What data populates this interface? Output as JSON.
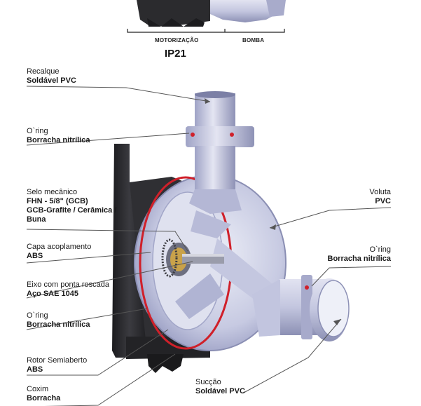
{
  "header": {
    "motorizacao": "MOTORIZAÇÃO",
    "bomba": "BOMBA",
    "ip": "IP21"
  },
  "labels": {
    "recalque": {
      "name": "Recalque",
      "material": "Soldável PVC"
    },
    "oring_top": {
      "name": "O`ring",
      "material": "Borracha nitrílica"
    },
    "selo": {
      "name": "Selo mecânico",
      "material_lines": [
        "FHN - 5/8\" (GCB)",
        "GCB-Grafite / Cerâmica /",
        "Buna"
      ]
    },
    "capa": {
      "name": "Capa acoplamento",
      "material": "ABS"
    },
    "eixo": {
      "name": "Eixo com ponta roscada",
      "material": "Aço SAE 1045"
    },
    "oring_bottom": {
      "name": "O`ring",
      "material": "Borracha nitrílica"
    },
    "rotor": {
      "name": "Rotor Semiaberto",
      "material": "ABS"
    },
    "coxim": {
      "name": "Coxim",
      "material": "Borracha"
    },
    "voluta": {
      "name": "Voluta",
      "material": "PVC"
    },
    "oring_right": {
      "name": "O`ring",
      "material": "Borracha nitrílica"
    },
    "succao": {
      "name": "Sucção",
      "material": "Soldável PVC"
    }
  },
  "colors": {
    "body": "#c9cbe2",
    "body_dark": "#8f93b8",
    "motor": "#2a2a2d",
    "gasket": "#d0202a",
    "leader": "#555555"
  }
}
